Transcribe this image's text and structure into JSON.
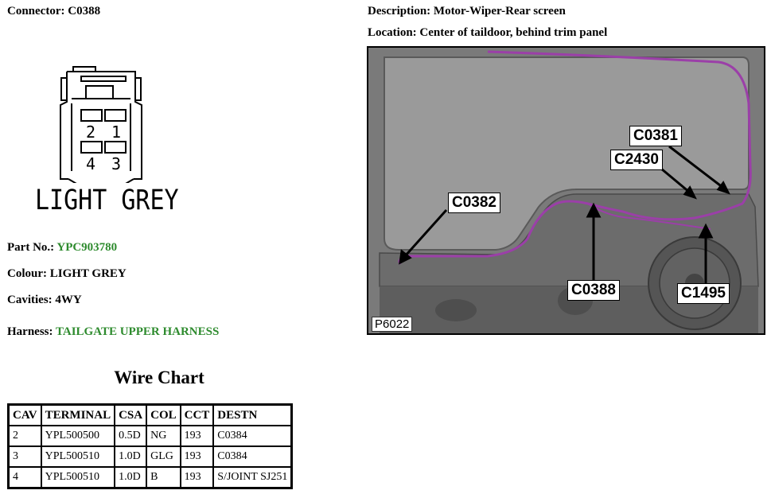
{
  "connector": {
    "label": "Connector:",
    "id": "C0388"
  },
  "description": {
    "label": "Description:",
    "value": "Motor-Wiper-Rear screen"
  },
  "location": {
    "label": "Location:",
    "value": "Center of taildoor, behind trim panel"
  },
  "part": {
    "label": "Part No.:",
    "value": "YPC903780"
  },
  "colour": {
    "label": "Colour:",
    "value": "LIGHT GREY"
  },
  "cavities": {
    "label": "Cavities:",
    "value": "4WY"
  },
  "harness": {
    "label": "Harness:",
    "value": "TAILGATE UPPER HARNESS"
  },
  "connector_face": {
    "caption": "LIGHT GREY",
    "pins": [
      "2",
      "1",
      "4",
      "3"
    ]
  },
  "wire_chart": {
    "title": "Wire Chart",
    "headers": [
      "CAV",
      "TERMINAL",
      "CSA",
      "COL",
      "CCT",
      "DESTN"
    ],
    "rows": [
      [
        "2",
        "YPL500500",
        "0.5D",
        "NG",
        "193",
        "C0384"
      ],
      [
        "3",
        "YPL500510",
        "1.0D",
        "GLG",
        "193",
        "C0384"
      ],
      [
        "4",
        "YPL500510",
        "1.0D",
        "B",
        "193",
        "S/JOINT SJ251"
      ]
    ]
  },
  "photo": {
    "id": "P6022",
    "callouts": [
      "C0381",
      "C2430",
      "C0382",
      "C0388",
      "C1495"
    ]
  },
  "colors": {
    "green_text": "#2e8b2e",
    "harness_wire": "#9b3fa8"
  }
}
